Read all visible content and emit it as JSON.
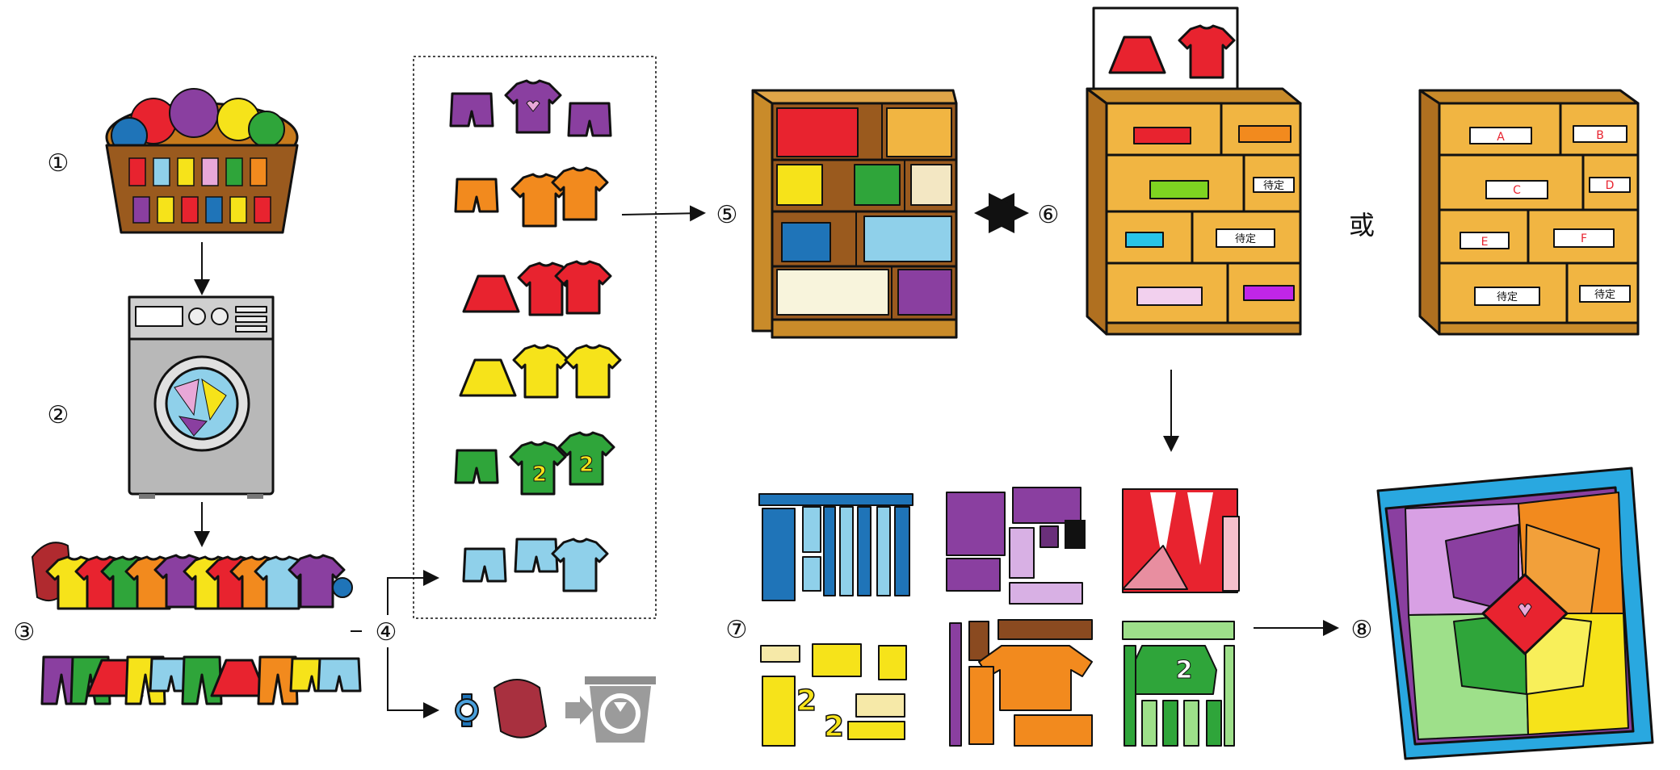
{
  "steps": {
    "s1": "①",
    "s2": "②",
    "s3": "③",
    "s4": "④",
    "s5": "⑤",
    "s6": "⑥",
    "s7": "⑦",
    "s8": "⑧"
  },
  "connector_text": "或",
  "drawer_labels": {
    "pending": "待定",
    "a": "A",
    "b": "B",
    "c": "C",
    "d": "D",
    "e": "E",
    "f": "F"
  },
  "digits": {
    "jersey": "2"
  },
  "colors": {
    "red": "#e8232f",
    "orange": "#f28a1e",
    "yellow": "#f6e31a",
    "green": "#2fa53a",
    "blue": "#1f74b8",
    "lightblue": "#8fd0ea",
    "purple": "#8a3fa0",
    "pink": "#e8a8d8",
    "wood": "#c98b2a",
    "drawer": "#f1b542",
    "gray": "#9b9b9b"
  },
  "icons": [
    "laundry-basket-icon",
    "washing-machine-icon",
    "clothesline-icon",
    "wardrobe-icon",
    "drawer-cabinet-icon",
    "speech-bubble-icon",
    "watch-icon",
    "recycle-bin-icon",
    "double-arrow-icon",
    "quilt-icon"
  ]
}
